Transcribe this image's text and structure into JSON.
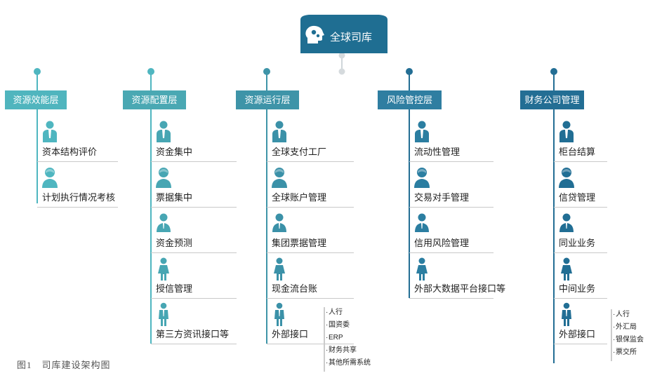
{
  "root": {
    "label": "全球司库",
    "icon": "gears-head-icon"
  },
  "colors": {
    "root": "#1f6e92",
    "header": [
      "#50b5be",
      "#4aa8b3",
      "#3e94a8",
      "#2f7ea1",
      "#236e94"
    ],
    "icon": [
      "#4fb6c0",
      "#47a6b3",
      "#3b91a8",
      "#2b7ea1",
      "#216e94"
    ],
    "line": [
      "#4fb6c0",
      "#3e94a8",
      "#236e94"
    ],
    "divider": "#c9c9c9"
  },
  "columns": [
    {
      "header": "资源效能层",
      "items": [
        {
          "label": "资本结构评价",
          "icon": "manager-icon"
        },
        {
          "label": "计划执行情况考核",
          "icon": "person-icon"
        }
      ]
    },
    {
      "header": "资源配置层",
      "items": [
        {
          "label": "资金集中",
          "icon": "manager-icon"
        },
        {
          "label": "票据集中",
          "icon": "person-icon"
        },
        {
          "label": "资金预测",
          "icon": "bust-icon"
        },
        {
          "label": "授信管理",
          "icon": "woman-icon"
        },
        {
          "label": "第三方资讯接口等",
          "icon": "man-icon"
        }
      ]
    },
    {
      "header": "资源运行层",
      "items": [
        {
          "label": "全球支付工厂",
          "icon": "manager-icon"
        },
        {
          "label": "全球账户管理",
          "icon": "person-icon"
        },
        {
          "label": "集团票据管理",
          "icon": "bust-icon"
        },
        {
          "label": "现金流台账",
          "icon": "woman-icon"
        },
        {
          "label": "外部接口",
          "icon": "man-icon",
          "subs": [
            "人行",
            "国资委",
            "ERP",
            "财务共享",
            "其他所需系统"
          ]
        }
      ]
    },
    {
      "header": "风险管控层",
      "items": [
        {
          "label": "流动性管理",
          "icon": "manager-icon"
        },
        {
          "label": "交易对手管理",
          "icon": "person-icon"
        },
        {
          "label": "信用风险管理",
          "icon": "bust-icon"
        },
        {
          "label": "外部大数据平台接口等",
          "icon": "woman-icon"
        }
      ]
    },
    {
      "header": "财务公司管理",
      "items": [
        {
          "label": "柜台结算",
          "icon": "manager-icon"
        },
        {
          "label": "信贷管理",
          "icon": "person-icon"
        },
        {
          "label": "同业业务",
          "icon": "bust-icon"
        },
        {
          "label": "中间业务",
          "icon": "woman-icon"
        },
        {
          "label": "外部接口",
          "icon": "man-icon",
          "subs": [
            "人行",
            "外汇局",
            "银保监会",
            "票交所"
          ]
        }
      ]
    }
  ],
  "caption": "图1　司库建设架构图"
}
